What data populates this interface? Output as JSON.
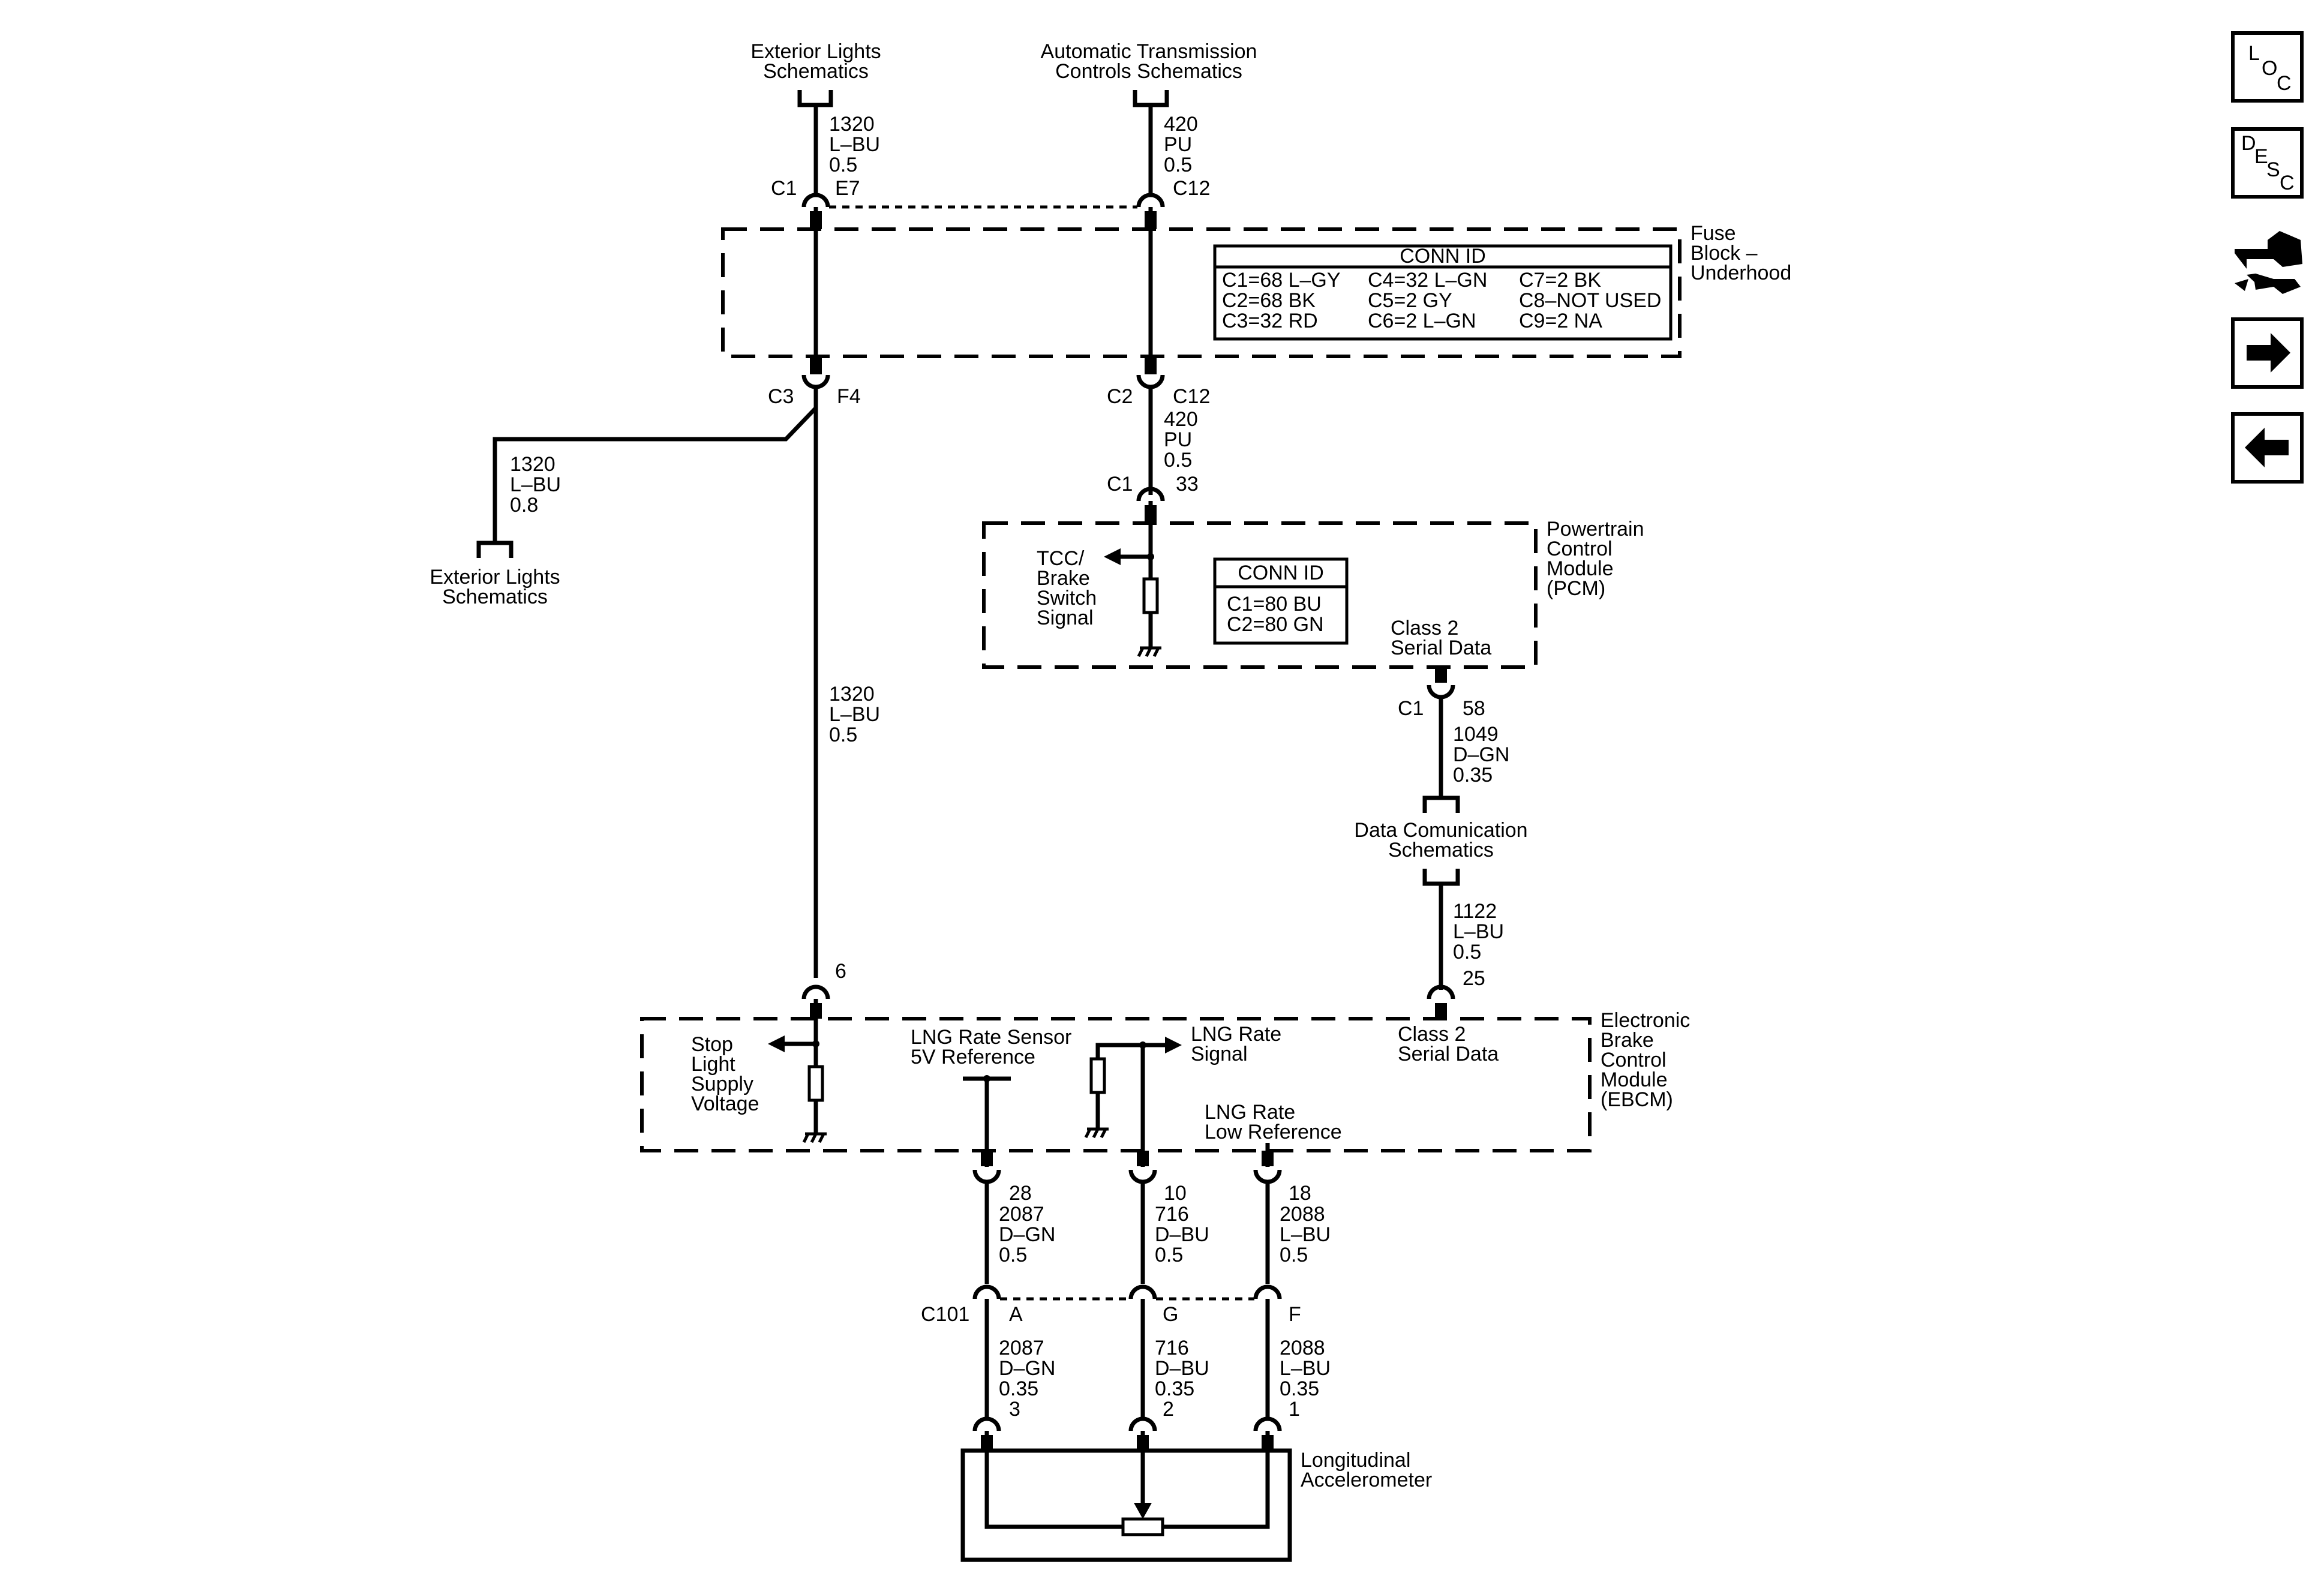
{
  "top_left_ref": {
    "line1": "Exterior Lights",
    "line2": "Schematics"
  },
  "top_mid_ref": {
    "line1": "Automatic Transmission",
    "line2": "Controls Schematics"
  },
  "wire_1320_top": {
    "circuit": "1320",
    "color": "L–BU",
    "gauge": "0.5"
  },
  "wire_420_top": {
    "circuit": "420",
    "color": "PU",
    "gauge": "0.5"
  },
  "fuse_block": {
    "name": [
      "Fuse",
      "Block –",
      "Underhood"
    ],
    "c1": "C1",
    "e7": "E7",
    "c12_top": "C12",
    "c3": "C3",
    "f4": "F4",
    "c2": "C2",
    "c12_bot": "C12",
    "conn_title": "CONN ID",
    "conn_rows": [
      [
        "C1=68 L–GY",
        "C4=32 L–GN",
        "C7=2 BK"
      ],
      [
        "C2=68 BK",
        "C5=2 GY",
        "C8–NOT USED"
      ],
      [
        "C3=32 RD",
        "C6=2 L–GN",
        "C9=2 NA"
      ]
    ]
  },
  "left_branch": {
    "circuit": "1320",
    "color": "L–BU",
    "gauge": "0.8",
    "ref1": "Exterior Lights",
    "ref2": "Schematics"
  },
  "wire_420_mid": {
    "circuit": "420",
    "color": "PU",
    "gauge": "0.5"
  },
  "pcm": {
    "c1": "C1",
    "pin33": "33",
    "name": [
      "Powertrain",
      "Control",
      "Module",
      "(PCM)"
    ],
    "signal": [
      "TCC/",
      "Brake",
      "Switch",
      "Signal"
    ],
    "conn_title": "CONN ID",
    "conn_rows": [
      "C1=80 BU",
      "C2=80 GN"
    ],
    "class2": [
      "Class 2",
      "Serial Data"
    ],
    "c1b": "C1",
    "pin58": "58"
  },
  "wire_1049": {
    "circuit": "1049",
    "color": "D–GN",
    "gauge": "0.35"
  },
  "data_ref": {
    "line1": "Data Comunication",
    "line2": "Schematics"
  },
  "wire_1122": {
    "circuit": "1122",
    "color": "L–BU",
    "gauge": "0.5"
  },
  "wire_1320_mid": {
    "circuit": "1320",
    "color": "L–BU",
    "gauge": "0.5"
  },
  "ebcm": {
    "pin6": "6",
    "pin25": "25",
    "name": [
      "Electronic",
      "Brake",
      "Control",
      "Module",
      "(EBCM)"
    ],
    "stop": [
      "Stop",
      "Light",
      "Supply",
      "Voltage"
    ],
    "ref5v": [
      "LNG Rate Sensor",
      "5V Reference"
    ],
    "lng_signal": [
      "LNG Rate",
      "Signal"
    ],
    "lng_low": [
      "LNG Rate",
      "Low Reference"
    ],
    "class2": [
      "Class 2",
      "Serial Data"
    ],
    "pin28": "28",
    "pin10": "10",
    "pin18": "18"
  },
  "wires_upper": [
    {
      "circuit": "2087",
      "color": "D–GN",
      "gauge": "0.5"
    },
    {
      "circuit": "716",
      "color": "D–BU",
      "gauge": "0.5"
    },
    {
      "circuit": "2088",
      "color": "L–BU",
      "gauge": "0.5"
    }
  ],
  "c101": {
    "name": "C101",
    "pins": [
      "A",
      "G",
      "F"
    ]
  },
  "wires_lower": [
    {
      "circuit": "2087",
      "color": "D–GN",
      "gauge": "0.35"
    },
    {
      "circuit": "716",
      "color": "D–BU",
      "gauge": "0.35"
    },
    {
      "circuit": "2088",
      "color": "L–BU",
      "gauge": "0.35"
    }
  ],
  "sensor": {
    "pins": [
      "3",
      "2",
      "1"
    ],
    "name": [
      "Longitudinal",
      "Accelerometer"
    ]
  },
  "nav": {
    "loc": [
      "L",
      "O",
      "C"
    ],
    "desc": [
      "D",
      "E",
      "S",
      "C"
    ],
    "icons": [
      "connector-tool-icon",
      "arrow-right-icon",
      "arrow-left-icon"
    ]
  }
}
